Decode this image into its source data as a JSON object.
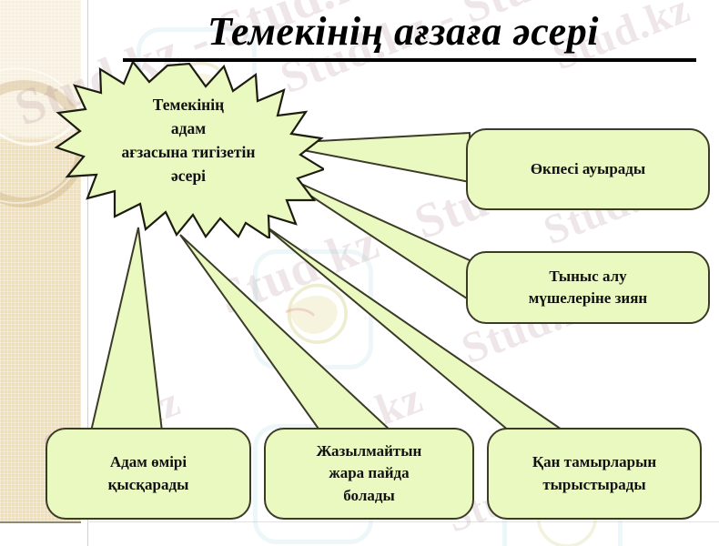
{
  "slide": {
    "title": "Темекінің  ағзаға  әсері",
    "background_color": "#ffffff",
    "accent_fill": "#e9f9c0",
    "accent_border": "#3b3b28",
    "strip_color": "#f2e2c0"
  },
  "center": {
    "label": "Темекінің\nадам\nағзасына тигізетін\nәсері",
    "shape": "16-point-starburst"
  },
  "nodes": [
    {
      "id": "lungs",
      "label": "Өкпесі  ауырады"
    },
    {
      "id": "breath",
      "label": "Тыныс  алу\nмүшелеріне  зиян"
    },
    {
      "id": "life",
      "label": "Адам  өмірі\nқысқарады"
    },
    {
      "id": "wound",
      "label": "Жазылмайтын\nжара  пайда\nболады"
    },
    {
      "id": "vessels",
      "label": "Қан  тамырларын\nтырыстырады"
    }
  ],
  "watermark": {
    "text_long": "Stud.kz - Stud.kz",
    "text_short": "Stud.kz",
    "logo_name": "stud-kz-bird-logo",
    "color": "#b08c96"
  }
}
